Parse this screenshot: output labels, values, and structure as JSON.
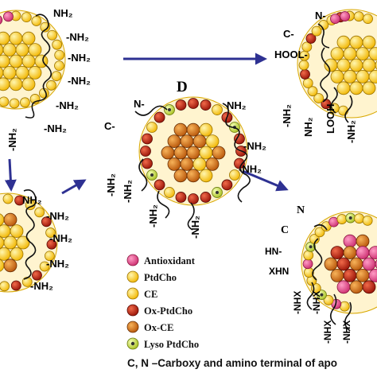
{
  "panel_label": "D",
  "terminals": {
    "c": "C",
    "n": "N",
    "c_dash": "C-",
    "n_dash": "N-",
    "hool": "HOOL-"
  },
  "groups": {
    "nh2": "NH₂",
    "nh2_dash": "-NH₂",
    "nh2_bare": "NH₂",
    "looh": "LOOH",
    "hn": "HN-",
    "xhn": "XHN",
    "nhx": "-NHX"
  },
  "legend": [
    {
      "label": "Antioxidant",
      "color": "#e0538e"
    },
    {
      "label": "PtdCho",
      "color": "#f6c315"
    },
    {
      "label": "CE",
      "color": "#f7b417"
    },
    {
      "label": "Ox-PtdCho",
      "color": "#c2261c"
    },
    {
      "label": "Ox-CE",
      "color": "#d9711a"
    },
    {
      "label": "Lyso PtdCho",
      "color": "#cfe05a"
    }
  ],
  "footer": "C, N –Carboxy and amino terminal of apo",
  "colors": {
    "arrow": "#2e3192",
    "core_fill": "#fdebbd",
    "shell_fill": "#fff4cf"
  }
}
